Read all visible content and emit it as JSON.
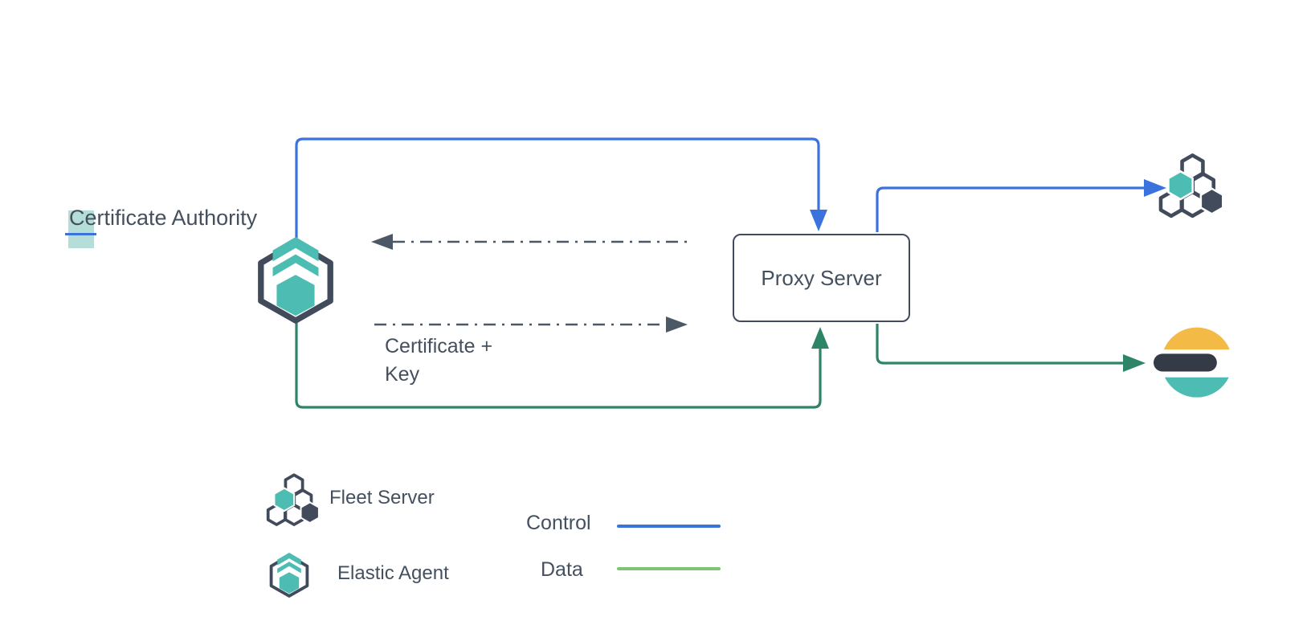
{
  "nodes": {
    "certificate_authority": {
      "label": "Certificate Authority"
    },
    "proxy_server": {
      "label": "Proxy Server"
    }
  },
  "annotations": {
    "certificate_key_line1": "Certificate +",
    "certificate_key_line2": "Key"
  },
  "legend": {
    "fleet_server_label": "Fleet Server",
    "elastic_agent_label": "Elastic Agent",
    "control_label": "Control",
    "data_label": "Data"
  },
  "icons": {
    "elastic_agent": "elastic-agent-icon",
    "fleet_server": "fleet-server-icon",
    "elasticsearch": "elasticsearch-icon"
  },
  "colors": {
    "control_blue": "#3b73de",
    "data_green_dark": "#2e8467",
    "data_green_legend": "#7cc672",
    "teal": "#4dbdb3",
    "slate": "#414b5c",
    "text": "#45505f",
    "dash": "#4d5866",
    "es_yellow": "#f3bb45",
    "es_dark": "#343a46",
    "highlight_teal": "#9bd3ca",
    "background": "#ffffff"
  }
}
